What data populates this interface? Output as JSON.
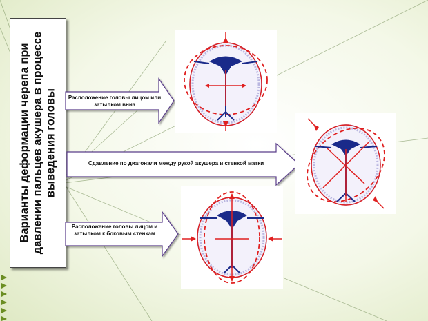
{
  "title": "Варианты деформации черепа при давлении пальцев акушера в процессе выведения головы",
  "arrows": [
    {
      "label": "Расположение головы лицом или затылком вниз"
    },
    {
      "label": "Сдавление по диагонали между рукой акушера и стенкой матки"
    },
    {
      "label": "Расположение головы лицом и затылком к боковым стенкам"
    }
  ],
  "colors": {
    "accent": "#6b8e23",
    "outline": "#e02020",
    "suture": "#1a2a8a"
  }
}
